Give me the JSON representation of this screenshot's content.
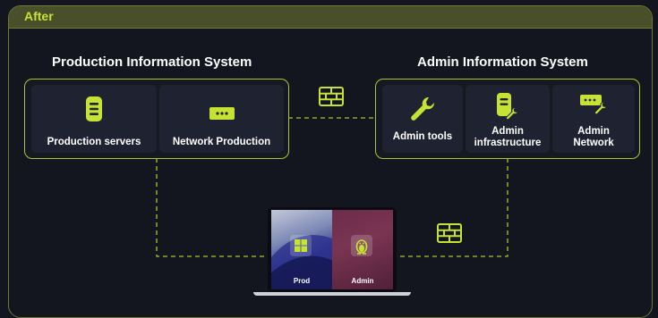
{
  "frame": {
    "title": "After"
  },
  "production_system": {
    "title": "Production Information System",
    "cards": [
      {
        "label": "Production servers",
        "icon": "server-icon"
      },
      {
        "label": "Network Production",
        "icon": "password-field-icon"
      }
    ]
  },
  "admin_system": {
    "title": "Admin Information System",
    "cards": [
      {
        "label": "Admin tools",
        "icon": "wrench-icon"
      },
      {
        "label_line1": "Admin",
        "label_line2": "infrastructure",
        "icon": "server-wrench-icon"
      },
      {
        "label_line1": "Admin",
        "label_line2": "Network",
        "icon": "password-wrench-icon"
      }
    ]
  },
  "laptop": {
    "left_label": "Prod",
    "right_label": "Admin",
    "left_os_icon": "windows-logo-icon",
    "right_os_icon": "linux-tux-icon"
  },
  "colors": {
    "accent": "#c6e334",
    "background": "#13151f",
    "card": "#1f2230",
    "frame_border": "#6f7a32"
  }
}
